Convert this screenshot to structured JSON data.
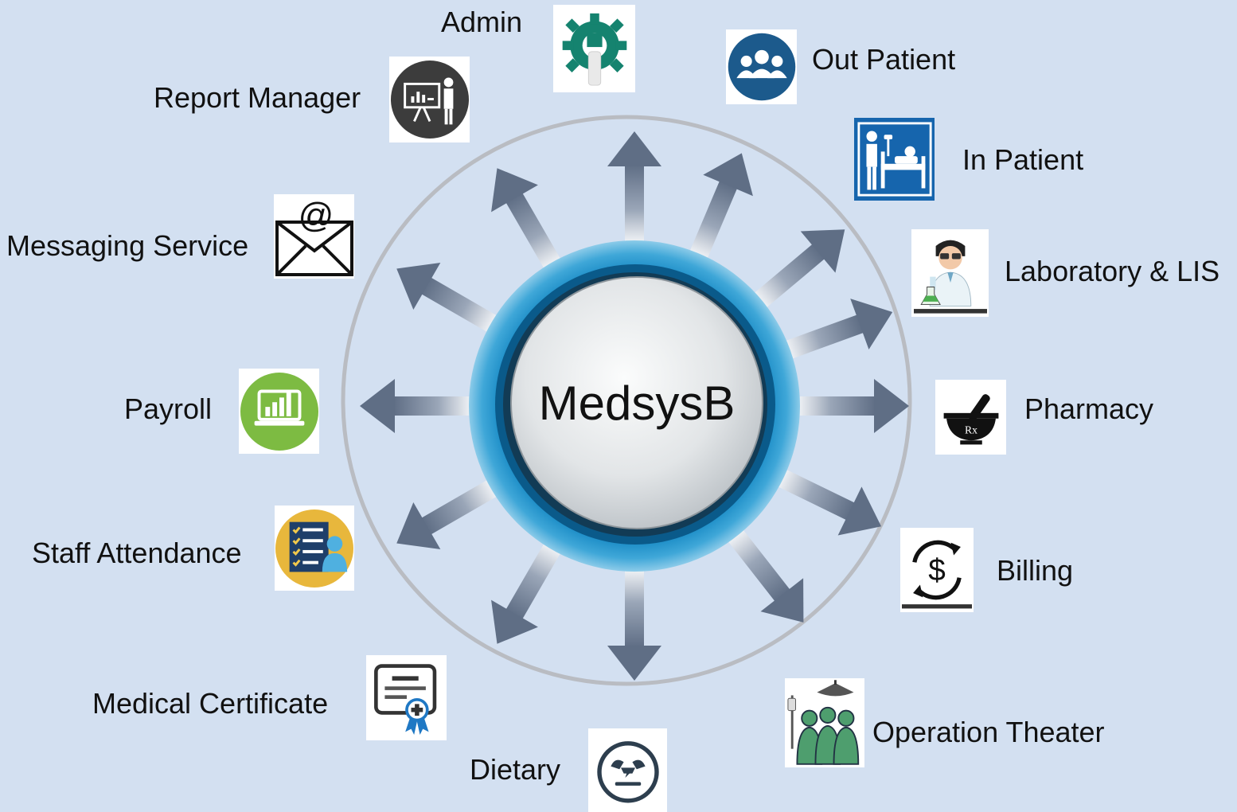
{
  "center": {
    "title": "MedsysB"
  },
  "modules": [
    {
      "key": "admin",
      "label": "Admin",
      "icon": "wrench-gear-icon"
    },
    {
      "key": "out_patient",
      "label": "Out Patient",
      "icon": "patients-group-icon"
    },
    {
      "key": "in_patient",
      "label": "In Patient",
      "icon": "hospital-bed-icon"
    },
    {
      "key": "laboratory",
      "label": "Laboratory & LIS",
      "icon": "lab-scientist-icon"
    },
    {
      "key": "pharmacy",
      "label": "Pharmacy",
      "icon": "mortar-pestle-rx-icon"
    },
    {
      "key": "billing",
      "label": "Billing",
      "icon": "dollar-cycle-icon"
    },
    {
      "key": "operation_theater",
      "label": "Operation Theater",
      "icon": "surgeons-icon"
    },
    {
      "key": "dietary",
      "label": "Dietary",
      "icon": "dietary-icon"
    },
    {
      "key": "medical_certificate",
      "label": "Medical Certificate",
      "icon": "certificate-icon"
    },
    {
      "key": "staff_attendance",
      "label": "Staff Attendance",
      "icon": "checklist-person-icon"
    },
    {
      "key": "payroll",
      "label": "Payroll",
      "icon": "laptop-chart-icon"
    },
    {
      "key": "messaging",
      "label": "Messaging Service",
      "icon": "email-at-icon"
    },
    {
      "key": "report_manager",
      "label": "Report Manager",
      "icon": "presentation-icon"
    }
  ],
  "colors": {
    "background": "#d3e0f1",
    "ring": "#b9bcc2",
    "arrow": "#5f6e85",
    "hub_outer": "#1d8ac2",
    "hub_inner": "#e4e6e8"
  }
}
